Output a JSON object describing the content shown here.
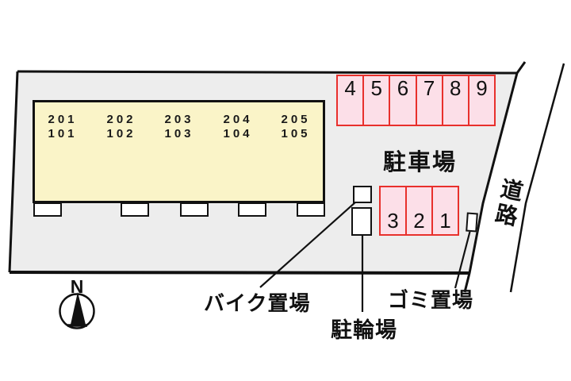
{
  "plan": {
    "building": {
      "units": [
        {
          "upper": "201",
          "lower": "101"
        },
        {
          "upper": "202",
          "lower": "102"
        },
        {
          "upper": "203",
          "lower": "103"
        },
        {
          "upper": "204",
          "lower": "104"
        },
        {
          "upper": "205",
          "lower": "105"
        }
      ]
    },
    "parking": {
      "label": "駐車場",
      "top_row": [
        "4",
        "5",
        "6",
        "7",
        "8",
        "9"
      ],
      "bottom_row": [
        "3",
        "2",
        "1"
      ]
    },
    "bike_area_label": "バイク置場",
    "bicycle_area_label": "駐輪場",
    "garbage_area_label": "ゴミ置場",
    "road_label": "道路",
    "compass_north_label": "N",
    "colors": {
      "site_fill": "#ededed",
      "building_fill": "#faf4c8",
      "parking_fill": "#fcdfe8",
      "parking_border": "#e8302c",
      "line": "#111111"
    }
  }
}
